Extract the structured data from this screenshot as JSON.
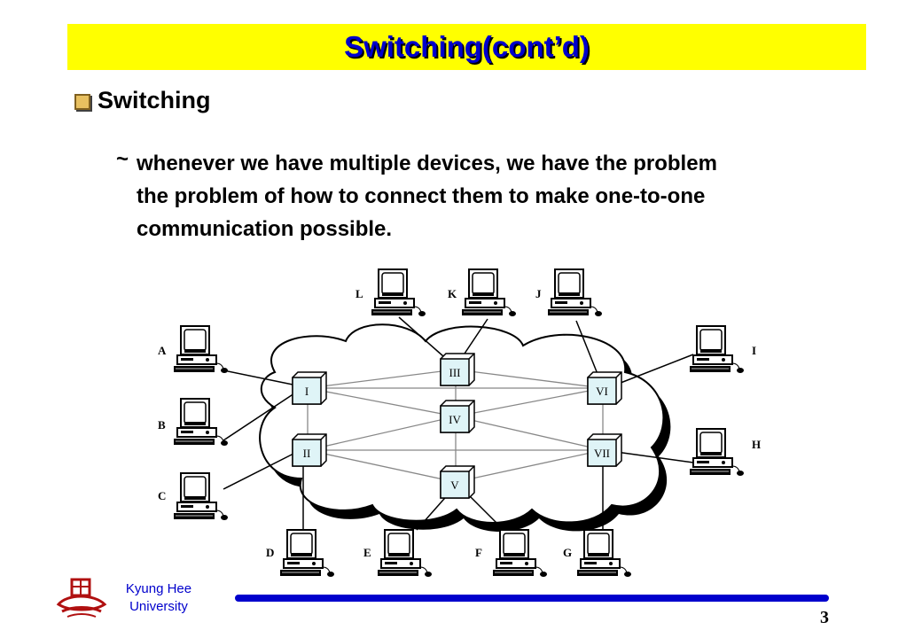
{
  "title": "Switching(cont’d)",
  "section": {
    "heading": "Switching",
    "bullet_marker": "~",
    "text": "whenever we have multiple devices, we have the problem\nthe problem of how to connect them to make one-to-one\ncommunication possible."
  },
  "diagram": {
    "switches": [
      "I",
      "II",
      "III",
      "IV",
      "V",
      "VI",
      "VII"
    ],
    "devices": [
      "A",
      "B",
      "C",
      "D",
      "E",
      "F",
      "G",
      "H",
      "I",
      "J",
      "K",
      "L"
    ]
  },
  "footer": {
    "university": "Kyung Hee\nUniversity",
    "page_number": "3",
    "accent_color": "#0000cc"
  }
}
